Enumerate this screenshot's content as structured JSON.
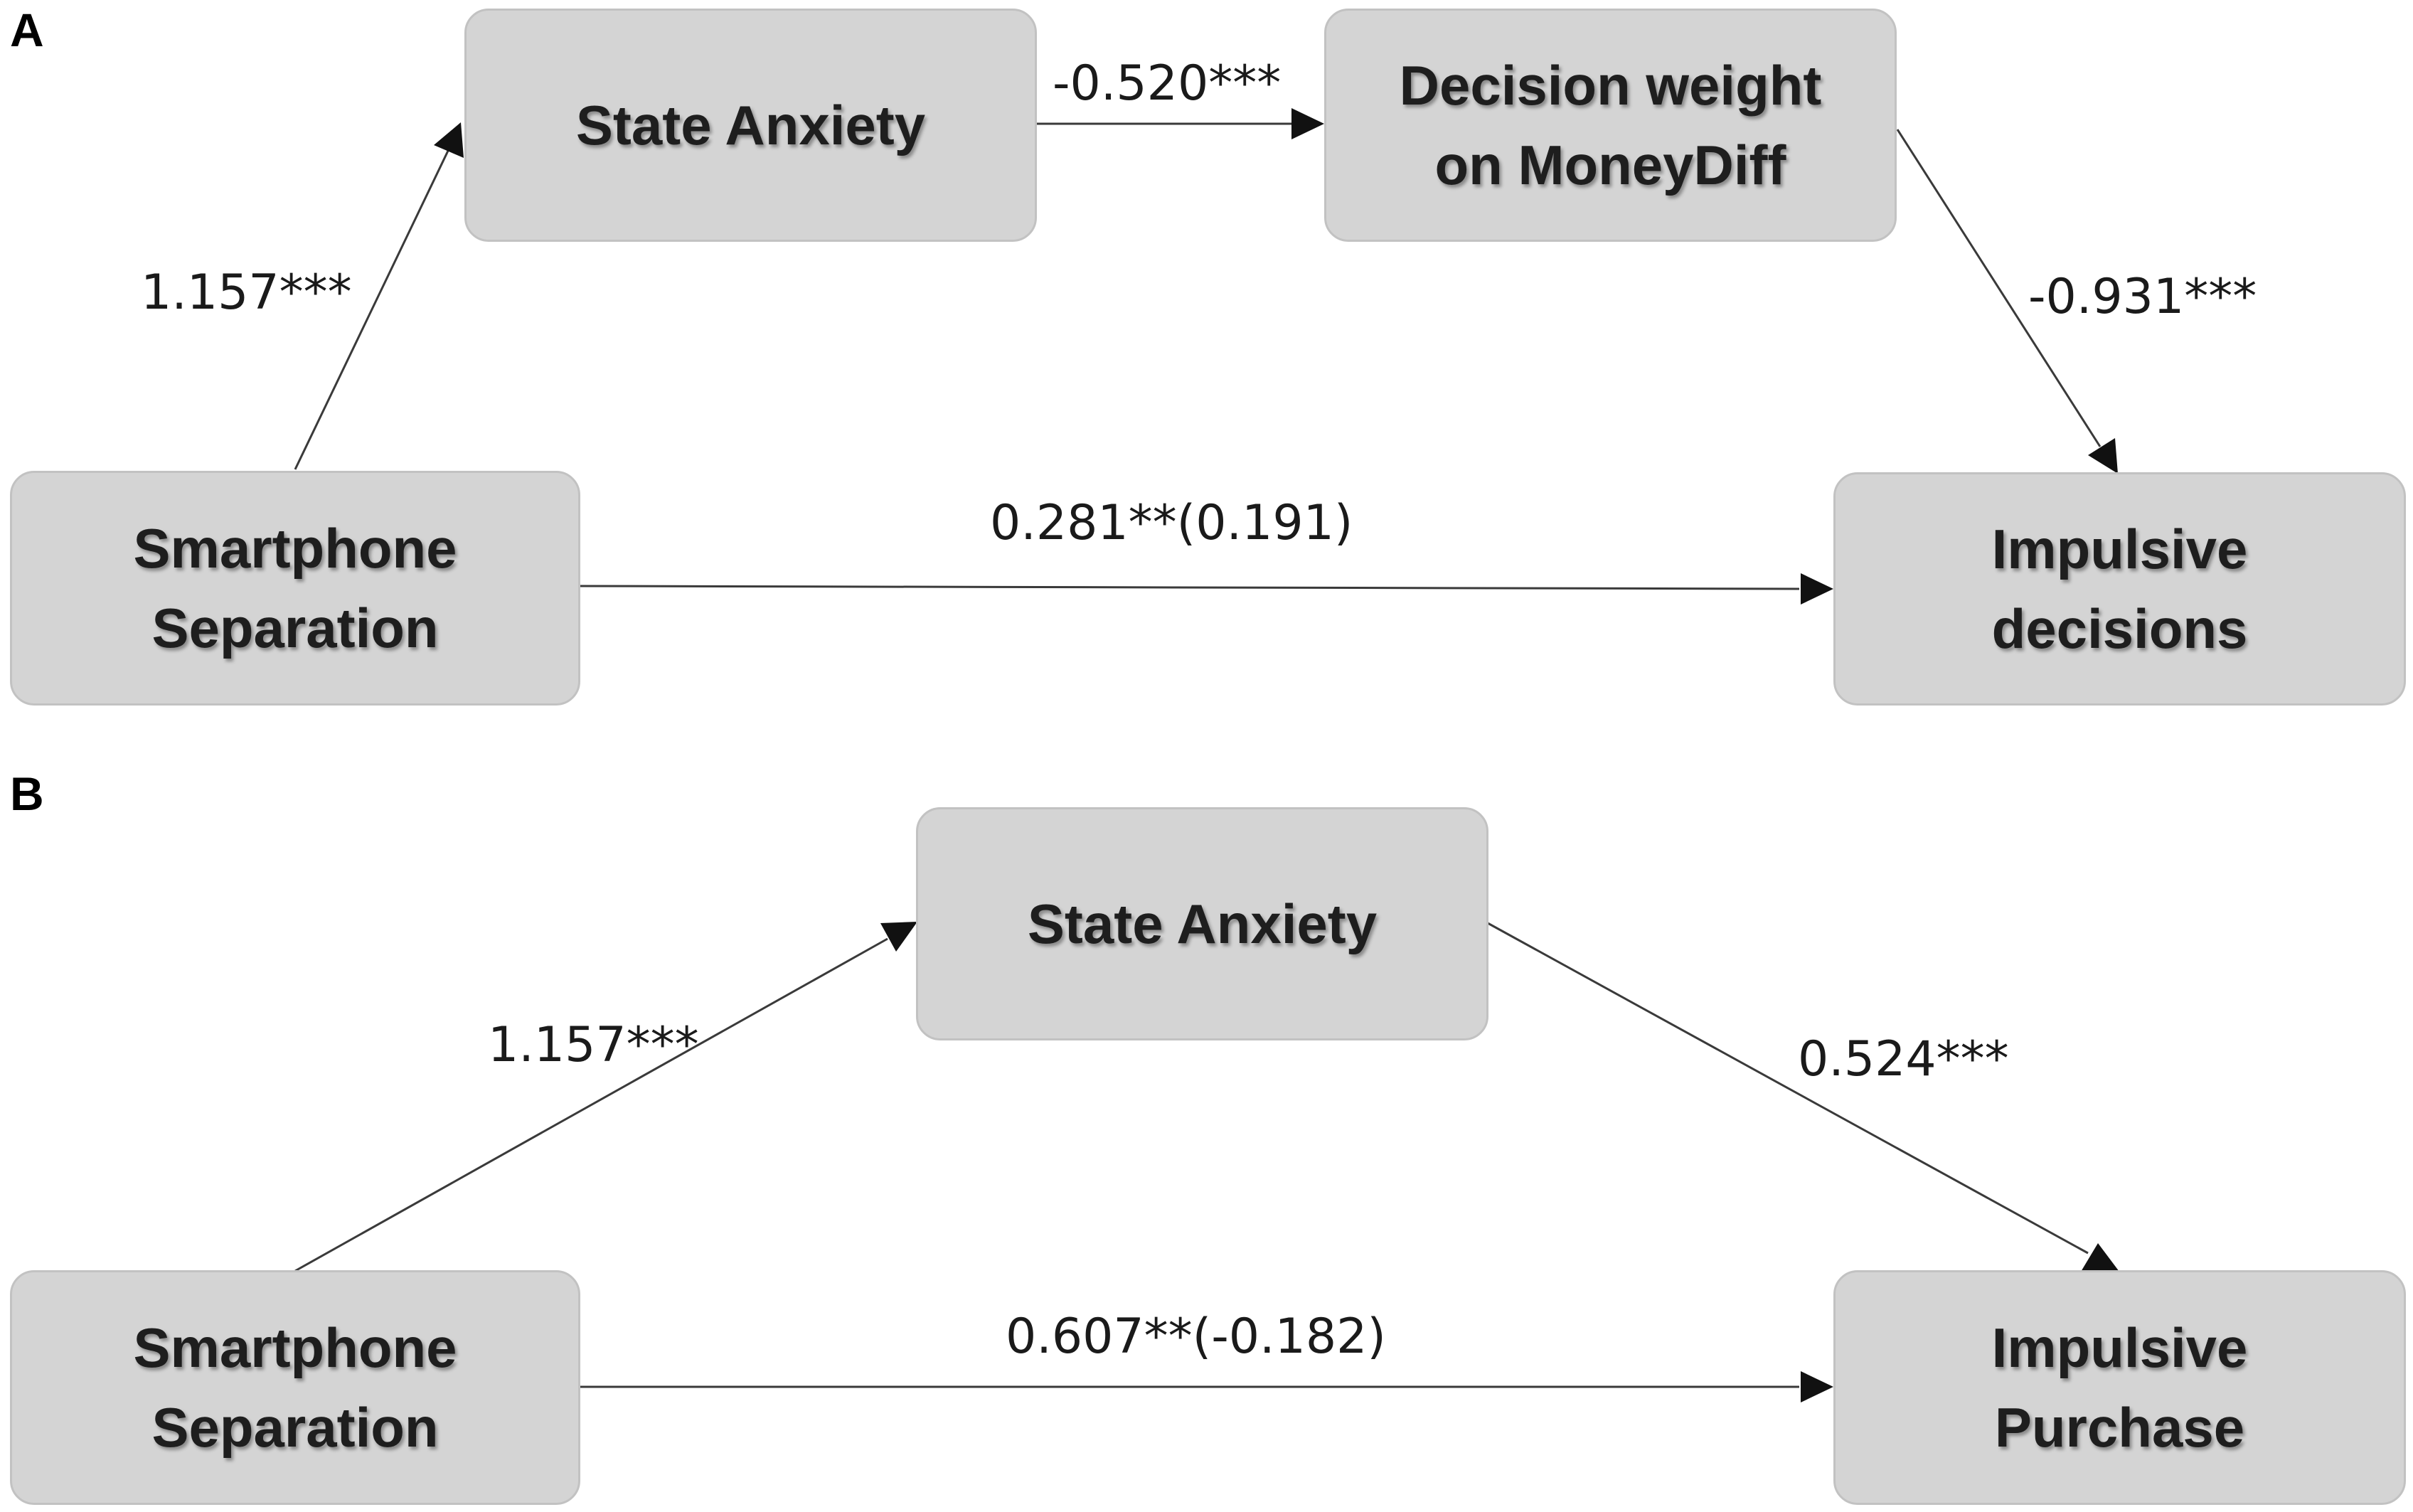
{
  "panel_a": {
    "label": "A",
    "nodes": {
      "separation": "Smartphone\nSeparation",
      "anxiety": "State Anxiety",
      "decision_weight": "Decision weight\non MoneyDiff",
      "outcome": "Impulsive\ndecisions"
    },
    "coefficients": {
      "separation_to_anxiety": "1.157***",
      "anxiety_to_weight": "-0.520***",
      "weight_to_outcome": "-0.931***",
      "direct": "0.281**(0.191)"
    }
  },
  "panel_b": {
    "label": "B",
    "nodes": {
      "separation": "Smartphone\nSeparation",
      "anxiety": "State Anxiety",
      "outcome": "Impulsive\nPurchase"
    },
    "coefficients": {
      "separation_to_anxiety": "1.157***",
      "anxiety_to_outcome": "0.524***",
      "direct": "0.607**(-0.182)"
    }
  },
  "colors": {
    "box_fill": "#d4d4d4",
    "box_border": "#c2c2c2",
    "arrow": "#3a3a3a"
  }
}
